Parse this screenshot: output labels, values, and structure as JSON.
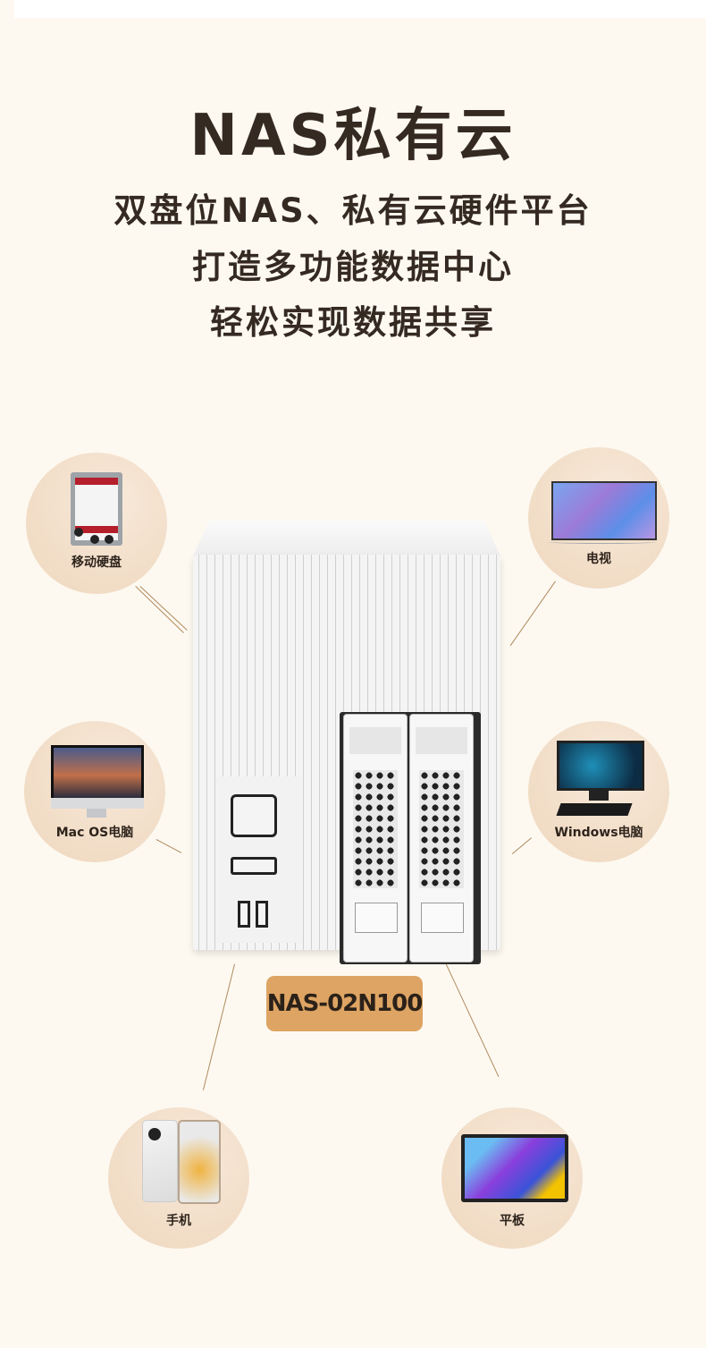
{
  "header": {
    "title": "NAS私有云",
    "subtitle_lines": [
      "双盘位NAS、私有云硬件平台",
      "打造多功能数据中心",
      "轻松实现数据共享"
    ]
  },
  "product": {
    "model_badge": "NAS-02N100",
    "badge_color": "#dea463"
  },
  "devices": [
    {
      "label": "移动硬盘",
      "icon": "hard-drive-icon"
    },
    {
      "label": "电视",
      "icon": "tv-icon"
    },
    {
      "label": "Mac OS电脑",
      "icon": "imac-icon"
    },
    {
      "label": "Windows电脑",
      "icon": "windows-pc-icon"
    },
    {
      "label": "手机",
      "icon": "smartphone-icon"
    },
    {
      "label": "平板",
      "icon": "tablet-icon"
    }
  ],
  "colors": {
    "background": "#fdf9f1",
    "text": "#352a22",
    "circle": "#f1dcc5",
    "connector_line": "#b08a5e"
  }
}
